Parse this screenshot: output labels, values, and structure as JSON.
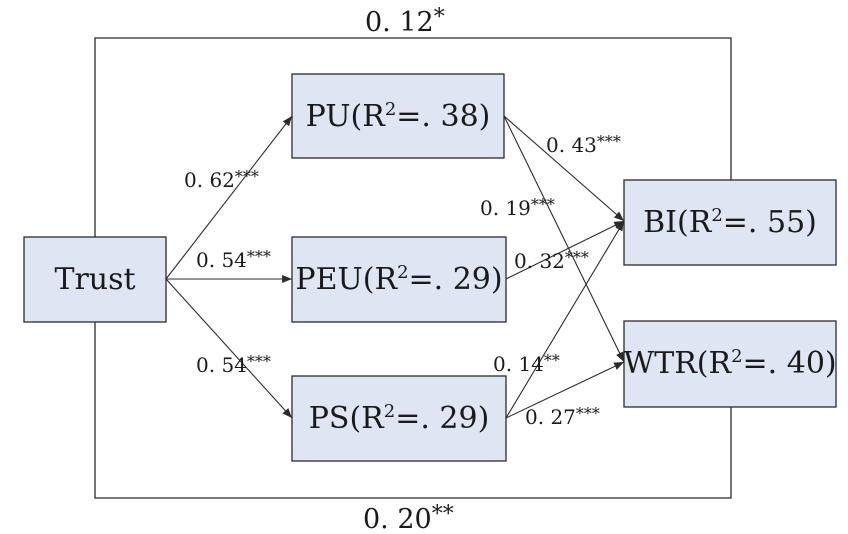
{
  "nodes": {
    "trust": {
      "label": "Trust"
    },
    "pu": {
      "label": "PU(R",
      "sup": "2",
      "tail": "=. 38)"
    },
    "peu": {
      "label": "PEU(R",
      "sup": "2",
      "tail": "=. 29)"
    },
    "ps": {
      "label": "PS(R",
      "sup": "2",
      "tail": "=. 29)"
    },
    "bi": {
      "label": "BI(R",
      "sup": "2",
      "tail": "=. 55)"
    },
    "wtr": {
      "label": "WTR(R",
      "sup": "2",
      "tail": "=. 40)"
    }
  },
  "paths": {
    "trust_pu": {
      "value": "0. 62",
      "stars": "***"
    },
    "trust_peu": {
      "value": "0. 54",
      "stars": "***"
    },
    "trust_ps": {
      "value": "0. 54",
      "stars": "***"
    },
    "pu_bi": {
      "value": "0. 43",
      "stars": "***"
    },
    "pu_wtr": {
      "value": "0. 19",
      "stars": "***"
    },
    "peu_bi": {
      "value": "0. 32",
      "stars": "***"
    },
    "ps_bi": {
      "value": "0. 14",
      "stars": "**"
    },
    "ps_wtr": {
      "value": "0. 27",
      "stars": "***"
    },
    "trust_bi_direct": {
      "value": "0. 12",
      "stars": "*"
    },
    "trust_wtr_direct": {
      "value": "0. 20",
      "stars": "**"
    }
  },
  "colors": {
    "node_fill": "#dde6f2",
    "stroke": "#2b2b2b",
    "text": "#1a1a1a"
  }
}
